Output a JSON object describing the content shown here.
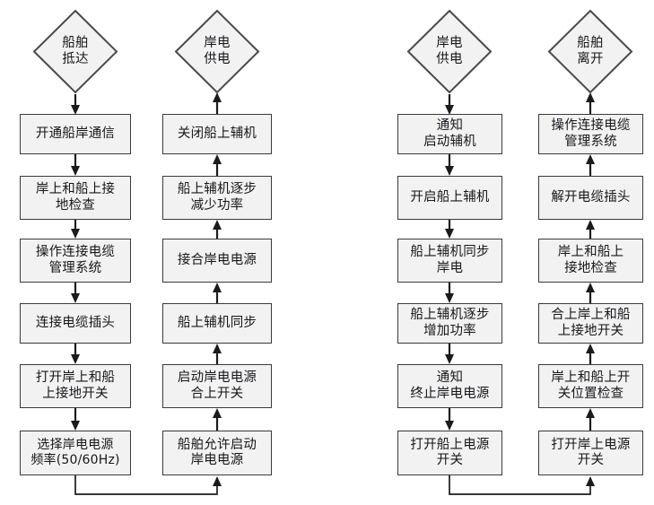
{
  "diagram": {
    "title": "",
    "type": "flowchart",
    "background_color": "#ffffff",
    "node_fill_color": "#f2f2f2",
    "node_border_color": "#3a3a3a",
    "connector_color": "#1b1b1b",
    "columns": [
      {
        "id": "col-1",
        "name": "ship-arrival-connect",
        "terminator": {
          "label": "船舶\n抵达",
          "shape": "diamond"
        },
        "flow_direction": "down",
        "steps": [
          {
            "label": "开通船岸通信"
          },
          {
            "label": "岸上和船上接\n地检查"
          },
          {
            "label": "操作连接电缆\n管理系统"
          },
          {
            "label": "连接电缆插头"
          },
          {
            "label": "打开岸上和船\n上接地开关"
          },
          {
            "label": "选择岸电电源\n频率(50/60Hz)"
          }
        ]
      },
      {
        "id": "col-2",
        "name": "shore-power-supply-up",
        "terminator": {
          "label": "岸电\n供电",
          "shape": "diamond"
        },
        "flow_direction": "up",
        "steps": [
          {
            "label": "关闭船上辅机"
          },
          {
            "label": "船上辅机逐步\n减少功率"
          },
          {
            "label": "接合岸电电源"
          },
          {
            "label": "船上辅机同步"
          },
          {
            "label": "启动岸电电源\n合上开关"
          },
          {
            "label": "船舶允许启动\n岸电电源"
          }
        ]
      },
      {
        "id": "col-3",
        "name": "shore-power-stop-down",
        "terminator": {
          "label": "岸电\n供电",
          "shape": "diamond"
        },
        "flow_direction": "down",
        "steps": [
          {
            "label": "通知\n启动辅机"
          },
          {
            "label": "开启船上辅机"
          },
          {
            "label": "船上辅机同步\n岸电"
          },
          {
            "label": "船上辅机逐步\n增加功率"
          },
          {
            "label": "通知\n终止岸电电源"
          },
          {
            "label": "打开船上电源\n开关"
          }
        ]
      },
      {
        "id": "col-4",
        "name": "ship-departure-up",
        "terminator": {
          "label": "船舶\n离开",
          "shape": "diamond"
        },
        "flow_direction": "up",
        "steps": [
          {
            "label": "操作连接电缆\n管理系统"
          },
          {
            "label": "解开电缆插头"
          },
          {
            "label": "岸上和船上\n接地检查"
          },
          {
            "label": "合上岸上和船\n上接地开关"
          },
          {
            "label": "岸上和船上开\n关位置检查"
          },
          {
            "label": "打开岸上电源\n开关"
          }
        ]
      }
    ],
    "cross_links": [
      {
        "name": "left-bottom-link",
        "from": "col-1.step6",
        "to": "col-2.step6"
      },
      {
        "name": "right-bottom-link",
        "from": "col-3.step6",
        "to": "col-4.step6"
      }
    ]
  }
}
